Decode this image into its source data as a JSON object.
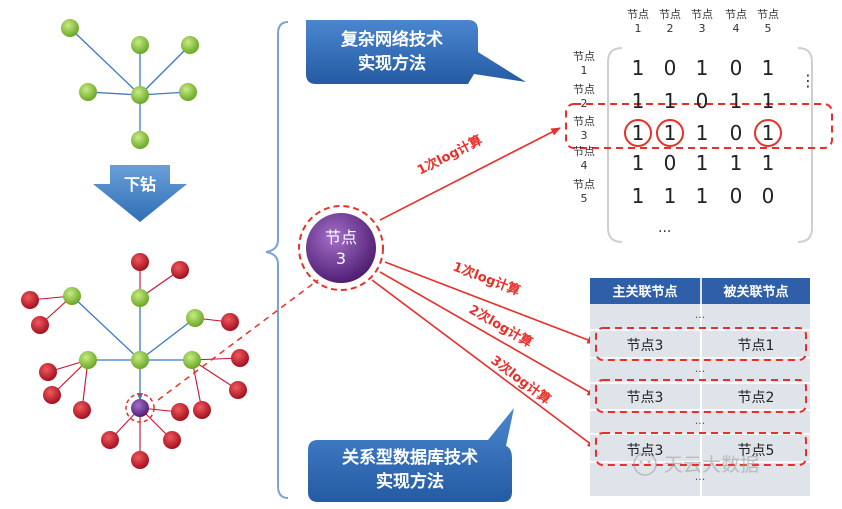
{
  "drill_label": "下钻",
  "center_node": {
    "line1": "节点",
    "line2": "3"
  },
  "callout_top": {
    "line1": "复杂网络技术",
    "line2": "实现方法"
  },
  "callout_bottom": {
    "line1": "关系型数据库技术",
    "line2": "实现方法"
  },
  "compute_labels": [
    "1次log计算",
    "1次log计算",
    "2次log计算",
    "3次log计算"
  ],
  "matrix": {
    "col_headers": [
      {
        "line1": "节点",
        "line2": "1"
      },
      {
        "line1": "节点",
        "line2": "2"
      },
      {
        "line1": "节点",
        "line2": "3"
      },
      {
        "line1": "节点",
        "line2": "4"
      },
      {
        "line1": "节点",
        "line2": "5"
      }
    ],
    "row_headers": [
      {
        "line1": "节点",
        "line2": "1"
      },
      {
        "line1": "节点",
        "line2": "2"
      },
      {
        "line1": "节点",
        "line2": "3"
      },
      {
        "line1": "节点",
        "line2": "4"
      },
      {
        "line1": "节点",
        "line2": "5"
      }
    ],
    "rows": [
      [
        "1",
        "0",
        "1",
        "0",
        "1"
      ],
      [
        "1",
        "1",
        "0",
        "1",
        "1"
      ],
      [
        "1",
        "1",
        "1",
        "0",
        "1"
      ],
      [
        "1",
        "0",
        "1",
        "1",
        "1"
      ],
      [
        "1",
        "1",
        "1",
        "0",
        "0"
      ]
    ],
    "ellipsis_h": "⋮",
    "ellipsis_v": "..."
  },
  "table": {
    "headers": [
      "主关联节点",
      "被关联节点"
    ],
    "ellipsis": "...",
    "rows": [
      [
        "节点3",
        "节点1"
      ],
      [
        "节点3",
        "节点2"
      ],
      [
        "节点3",
        "节点5"
      ]
    ]
  },
  "watermark": "天云大数据",
  "colors": {
    "green_node": "#8cc63f",
    "red_node": "#c8102e",
    "purple_node": "#6a2d91",
    "callout": "#2f6db5",
    "arrow_red": "#e8302a",
    "table_header": "#2e5fa8"
  }
}
